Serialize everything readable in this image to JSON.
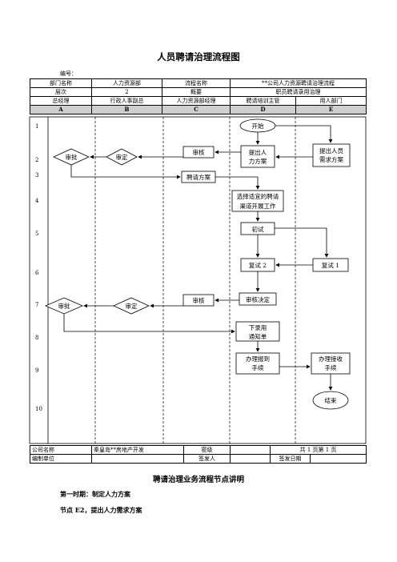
{
  "title": "人员聘请治理流程图",
  "doc_no_label": "编号：",
  "header": {
    "row1": [
      "部门名称",
      "人力资源部",
      "流程名称",
      "**公司人力资源聘请治理流程"
    ],
    "row2": [
      "层次",
      "2",
      "概要",
      "职员聘请录用治理"
    ],
    "roles": [
      "总经理",
      "行政人事副总",
      "人力资源部经理",
      "聘请培训主管",
      "用人部门"
    ],
    "col_letters": [
      "A",
      "B",
      "C",
      "D",
      "E"
    ]
  },
  "row_numbers": [
    "1",
    "2",
    "3",
    "4",
    "5",
    "6",
    "7",
    "8",
    "9",
    "10"
  ],
  "nodes": {
    "start": "开始",
    "submit_plan_line1": "提出人",
    "submit_plan_line2": "力方案",
    "need_plan_line1": "提出人员",
    "need_plan_line2": "需求方案",
    "review_c2": "审核",
    "approve_b2": "审定",
    "approve_a2": "审批",
    "recruit_plan": "聘请方案",
    "select_channel_line1": "选择适宜的聘请",
    "select_channel_line2": "渠道开展工作",
    "first_interview": "初试",
    "second_interview_d": "复试 2",
    "second_interview_e": "复试 1",
    "review_decision": "审核决定",
    "review_c7": "审核",
    "approve_b7": "审定",
    "approve_a7": "审批",
    "notice_line1": "下录用",
    "notice_line2": "通知单",
    "onboard_line1": "办理报到",
    "onboard_line2": "手续",
    "receive_line1": "办理接收",
    "receive_line2": "手续",
    "end": "结束"
  },
  "footer": {
    "row1": [
      "公司名称",
      "秦皇岛**房地产开发",
      "密级",
      "",
      "共 1 页第 1 页"
    ],
    "row2": [
      "编制单位",
      "",
      "签发人",
      "",
      "签发日期",
      ""
    ]
  },
  "section_title": "聘请治理业务流程节点讲明",
  "para1": "第一时期：制定人力方案",
  "para2": "节点 E2，提出人力需求方案"
}
